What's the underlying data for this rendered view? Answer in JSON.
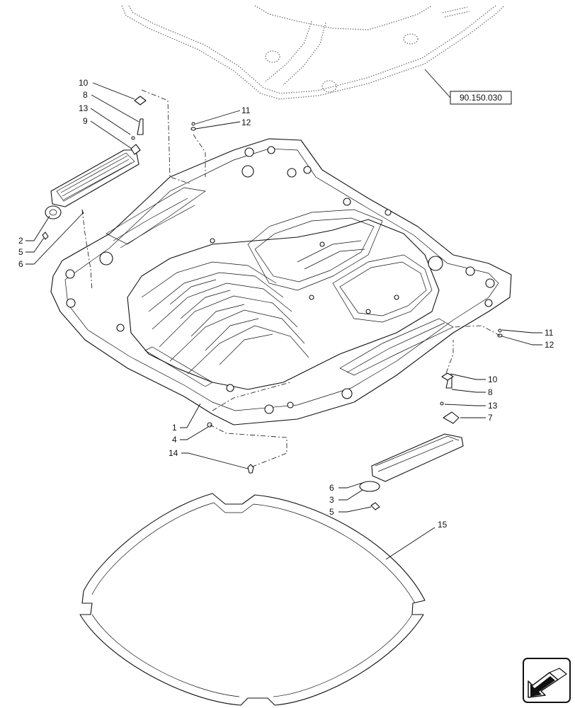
{
  "reference_label": "90.150.030",
  "callouts": [
    {
      "id": "c10a",
      "text": "10"
    },
    {
      "id": "c8a",
      "text": "8"
    },
    {
      "id": "c13a",
      "text": "13"
    },
    {
      "id": "c9",
      "text": "9"
    },
    {
      "id": "c11a",
      "text": "11"
    },
    {
      "id": "c12a",
      "text": "12"
    },
    {
      "id": "c2",
      "text": "2"
    },
    {
      "id": "c5a",
      "text": "5"
    },
    {
      "id": "c6a",
      "text": "6"
    },
    {
      "id": "c11b",
      "text": "11"
    },
    {
      "id": "c12b",
      "text": "12"
    },
    {
      "id": "c10b",
      "text": "10"
    },
    {
      "id": "c8b",
      "text": "8"
    },
    {
      "id": "c13b",
      "text": "13"
    },
    {
      "id": "c7",
      "text": "7"
    },
    {
      "id": "c1",
      "text": "1"
    },
    {
      "id": "c4",
      "text": "4"
    },
    {
      "id": "c14",
      "text": "14"
    },
    {
      "id": "c6b",
      "text": "6"
    },
    {
      "id": "c3",
      "text": "3"
    },
    {
      "id": "c5b",
      "text": "5"
    },
    {
      "id": "c15",
      "text": "15"
    }
  ],
  "icons": {
    "corner_icon": "next-page-arrow-icon"
  }
}
